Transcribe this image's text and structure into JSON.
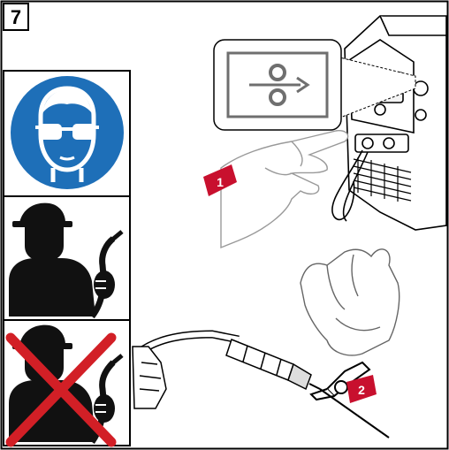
{
  "step": {
    "number": "7"
  },
  "callouts": {
    "step_one": "1",
    "step_two": "2"
  },
  "icons": {
    "eye_protection": "safety-glasses-icon",
    "operator_with_torch": "operator-with-torch-icon",
    "no_torch_toward_body": "prohibited-torch-icon",
    "wire_inch_button": "wire-feed-icon"
  },
  "colors": {
    "frame": "#000000",
    "mandatory_blue": "#1E6FB8",
    "prohibition_red": "#D21F26",
    "callout_red": "#C8102E",
    "panel_gray": "#6F6F6F"
  }
}
